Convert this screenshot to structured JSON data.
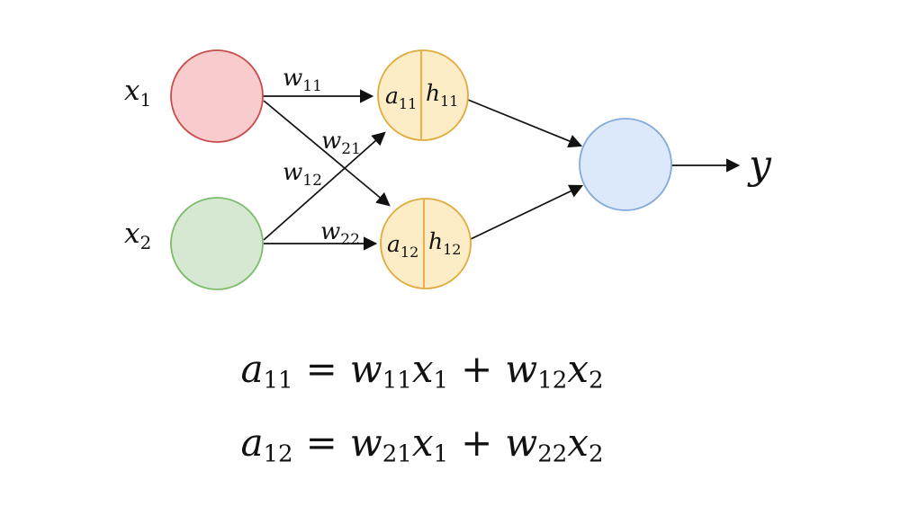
{
  "diagram": {
    "background": "#ffffff",
    "line_color": "#111111",
    "nodes": {
      "input1": {
        "fill": "#f8cccc",
        "stroke": "#c94c4c"
      },
      "input2": {
        "fill": "#d6e8d2",
        "stroke": "#7cbd6a"
      },
      "hidden1": {
        "fill": "#fcedc6",
        "stroke": "#e1aa3e",
        "divider": "#f0ad4f"
      },
      "hidden2": {
        "fill": "#fcedc6",
        "stroke": "#e1aa3e",
        "divider": "#f0ad4f"
      },
      "output": {
        "fill": "#dce9fb",
        "stroke": "#84a9dc"
      }
    },
    "labels": {
      "x1": {
        "base": "x",
        "sub": "1"
      },
      "x2": {
        "base": "x",
        "sub": "2"
      },
      "a11": {
        "base": "a",
        "sub": "11"
      },
      "h11": {
        "base": "h",
        "sub": "11"
      },
      "a12": {
        "base": "a",
        "sub": "12"
      },
      "h12": {
        "base": "h",
        "sub": "12"
      },
      "y": {
        "base": "y"
      }
    },
    "weights": {
      "w11": {
        "base": "w",
        "sub": "11",
        "color": "#111111"
      },
      "w21": {
        "base": "w",
        "sub": "21",
        "color": "#1e8c1e"
      },
      "w12": {
        "base": "w",
        "sub": "12",
        "color": "#111111"
      },
      "w22": {
        "base": "w",
        "sub": "22",
        "color": "#1e8c1e"
      }
    }
  },
  "equations": {
    "eq1": {
      "lhs": {
        "base": "a",
        "sub": "11"
      },
      "equals": "=",
      "t1": {
        "base": "w",
        "sub": "11"
      },
      "t2": {
        "base": "x",
        "sub": "1"
      },
      "plus": "+",
      "t3": {
        "base": "w",
        "sub": "12"
      },
      "t4": {
        "base": "x",
        "sub": "2"
      }
    },
    "eq2": {
      "lhs": {
        "base": "a",
        "sub": "12"
      },
      "equals": "=",
      "t1": {
        "base": "w",
        "sub": "21"
      },
      "t2": {
        "base": "x",
        "sub": "1"
      },
      "plus": "+",
      "t3": {
        "base": "w",
        "sub": "22"
      },
      "t4": {
        "base": "x",
        "sub": "2"
      }
    }
  }
}
